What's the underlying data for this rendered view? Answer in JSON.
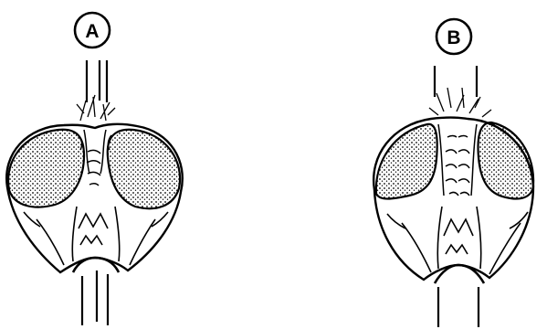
{
  "figure": {
    "panels": [
      {
        "id": "a",
        "label": "A"
      },
      {
        "id": "b",
        "label": "B"
      }
    ]
  }
}
